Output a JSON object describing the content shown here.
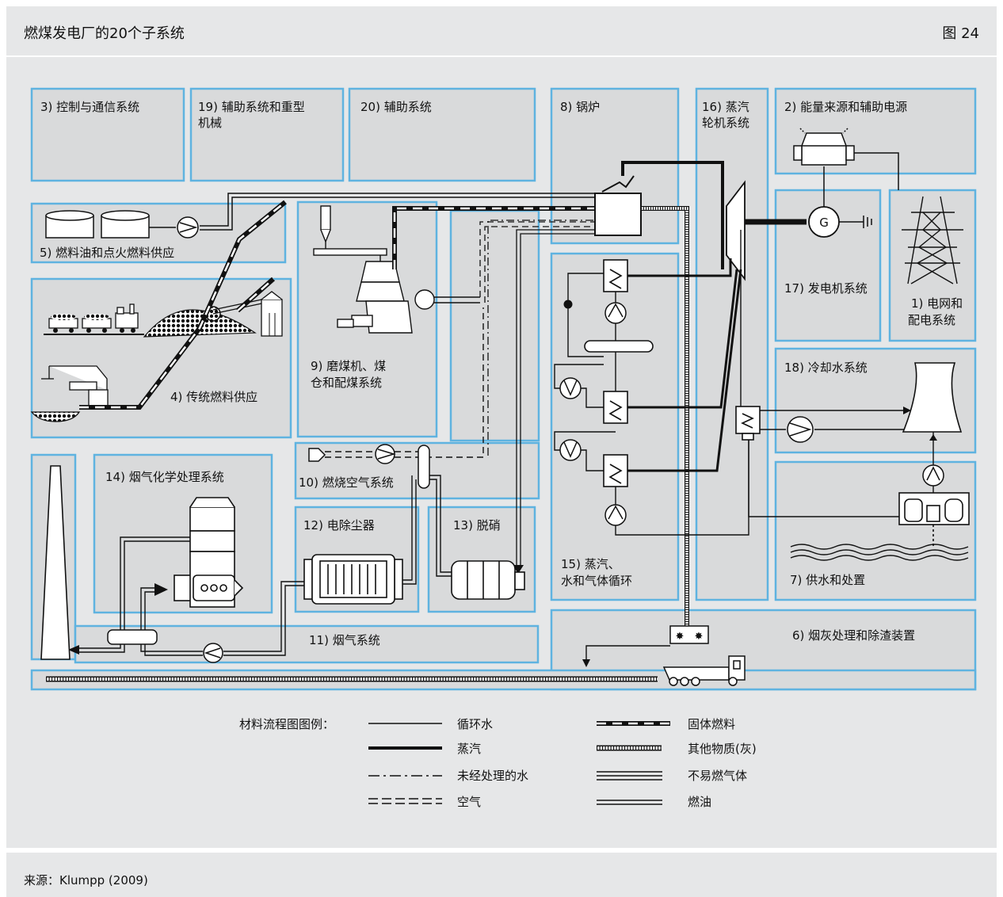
{
  "header": {
    "title": "燃煤发电厂的20个子系统",
    "figure": "图 24"
  },
  "systems": {
    "s3": "3) 控制与通信系统",
    "s19a": "19) 辅助系统和重型",
    "s19b": "机械",
    "s20": "20) 辅助系统",
    "s8": "8) 锅炉",
    "s16a": "16) 蒸汽",
    "s16b": "轮机系统",
    "s2": "2) 能量来源和辅助电源",
    "s5": "5) 燃料油和点火燃料供应",
    "s4": "4) 传统燃料供应",
    "s9a": "9) 磨煤机、煤",
    "s9b": "仓和配煤系统",
    "s17": "17) 发电机系统",
    "s1a": "1) 电网和",
    "s1b": "配电系统",
    "s18": "18) 冷却水系统",
    "s10": "10) 燃烧空气系统",
    "s14": "14) 烟气化学处理系统",
    "s12": "12) 电除尘器",
    "s13": "13) 脱硝",
    "s15a": "15) 蒸汽、",
    "s15b": "水和气体循环",
    "s7": "7) 供水和处置",
    "s11": "11) 烟气系统",
    "s6": "6) 烟灰处理和除渣装置",
    "generator": "G"
  },
  "legend": {
    "title": "材料流程图图例：",
    "items": [
      "循环水",
      "蒸汽",
      "未经处理的水",
      "空气",
      "固体燃料",
      "其他物质(灰)",
      "不易燃气体",
      "燃油"
    ]
  },
  "footer": {
    "source": "来源：Klumpp (2009)"
  }
}
